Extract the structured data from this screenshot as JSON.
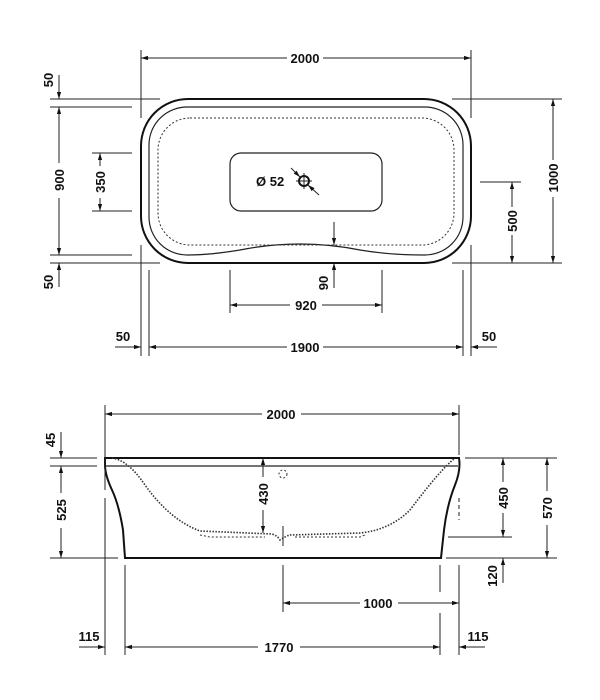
{
  "drawing": {
    "title": "Freestanding bathtub technical drawing",
    "units": "mm",
    "line_color": "#111111",
    "background": "#ffffff"
  },
  "top_view": {
    "overall_length": "2000",
    "overall_width": "1000",
    "rim_top": "50",
    "rim_bottom": "50",
    "inner_width": "900",
    "drain_recess_height": "350",
    "drain_recess_to_edge": "500",
    "drain_diameter": "Ø 52",
    "recess_length": "920",
    "recess_offset": "90",
    "inner_length": "1900",
    "rim_left": "50",
    "rim_right": "50"
  },
  "side_view": {
    "overall_length": "2000",
    "rim_thickness": "45",
    "body_height": "525",
    "inner_depth": "430",
    "depth_450": "450",
    "overall_height": "570",
    "base_clearance": "120",
    "drain_to_end": "1000",
    "foot_offset_left": "115",
    "base_length": "1770",
    "foot_offset_right": "115"
  }
}
